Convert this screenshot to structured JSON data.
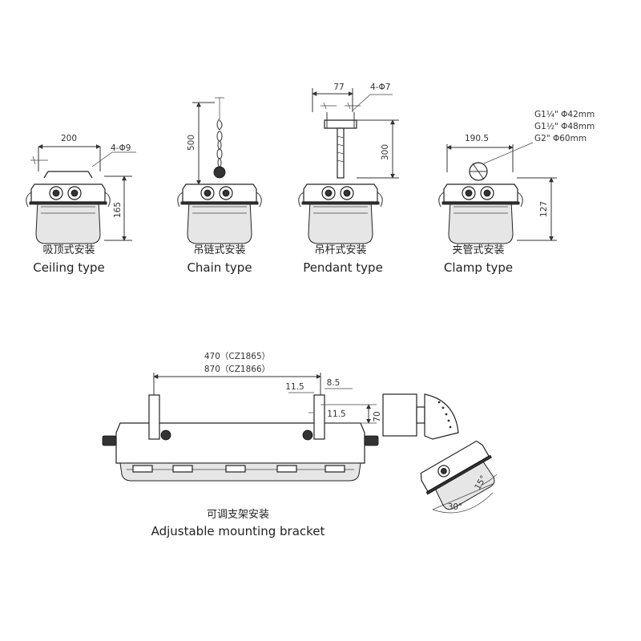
{
  "mounting_types": [
    {
      "cn": "吸顶式安装",
      "en": "Ceiling type",
      "dims": {
        "width": "200",
        "hole": "4-Φ9",
        "height": "165"
      }
    },
    {
      "cn": "吊链式安装",
      "en": "Chain type",
      "dims": {
        "length": "500"
      }
    },
    {
      "cn": "吊杆式安装",
      "en": "Pendant type",
      "dims": {
        "width": "77",
        "hole": "4-Φ7",
        "length": "300"
      }
    },
    {
      "cn": "夹管式安装",
      "en": "Clamp type",
      "dims": {
        "width": "190.5",
        "height": "127",
        "pipe_sizes": [
          "G1¼\" Φ42mm",
          "G1½\" Φ48mm",
          "G2\" Φ60mm"
        ]
      }
    }
  ],
  "bracket": {
    "cn": "可调支架安装",
    "en": "Adjustable mounting bracket",
    "lengths": [
      "470（CZ1865）",
      "870（CZ1866）"
    ],
    "dims": {
      "a": "11.5",
      "b": "8.5",
      "c": "11.5",
      "d": "70"
    },
    "angles": {
      "small": "15°",
      "large": "30°"
    }
  }
}
